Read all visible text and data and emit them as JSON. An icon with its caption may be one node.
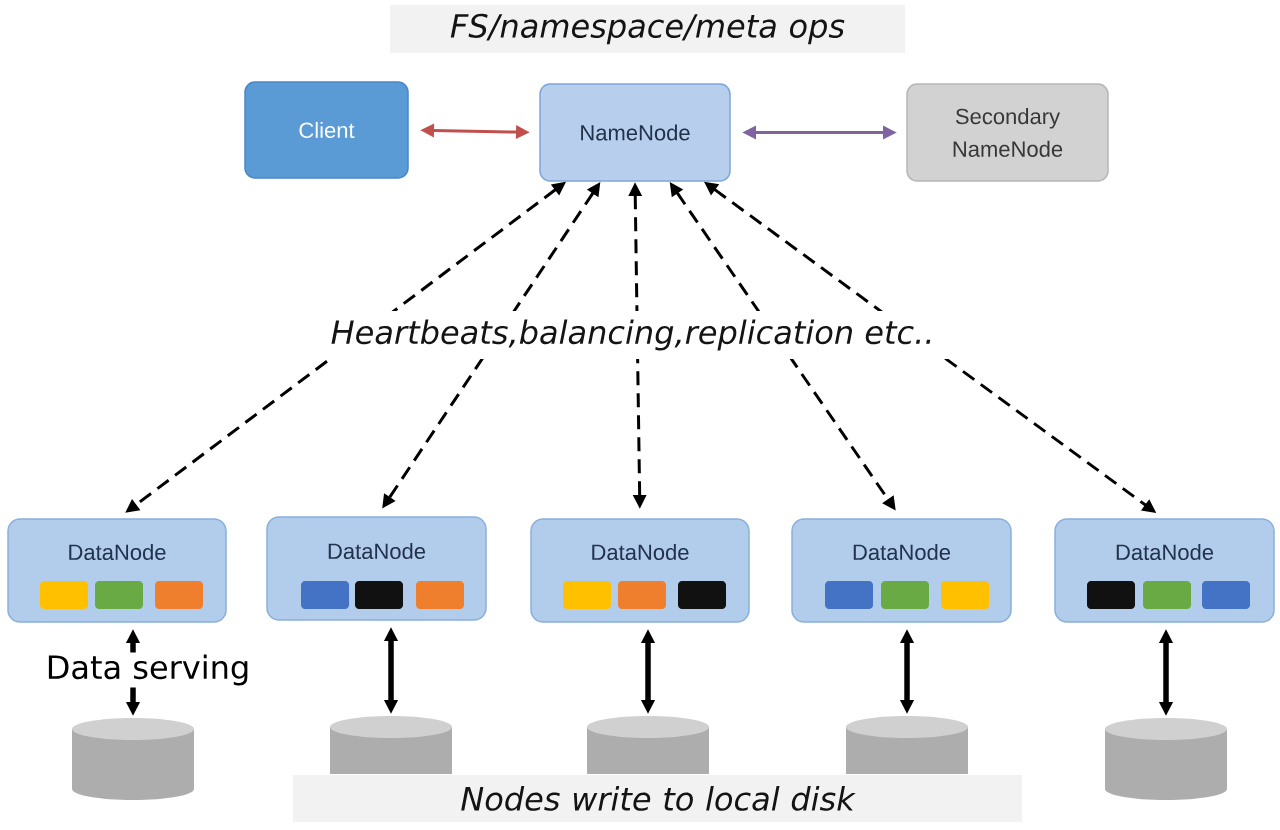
{
  "diagram": {
    "nodes": [
      {
        "text": [
          "FS/namespace/meta ops"
        ]
      },
      {
        "text": [
          "Client"
        ]
      },
      {
        "text": [
          "NameNode"
        ]
      },
      {
        "text": [
          "Secondary NameNode"
        ]
      },
      {
        "text": [
          "DataNode"
        ]
      },
      {
        "text": [
          "DataNode"
        ]
      },
      {
        "text": [
          "DataNode"
        ]
      },
      {
        "text": [
          "DataNode"
        ]
      },
      {
        "text": [
          "DataNode"
        ]
      },
      {
        "text": [],
        "shape": "cylinder"
      },
      {
        "text": [],
        "shape": "cylinder"
      },
      {
        "text": [],
        "shape": "cylinder"
      },
      {
        "text": [],
        "shape": "cylinder"
      },
      {
        "text": [],
        "shape": "cylinder"
      },
      {
        "text": [
          "Nodes write to local disk"
        ]
      }
    ],
    "edges": [
      {
        "from": 1,
        "to": 2,
        "arrow": "both",
        "color": "#c0504d"
      },
      {
        "from": 2,
        "to": 3,
        "arrow": "both",
        "color": "#8064a2"
      },
      {
        "from": 2,
        "to": 4,
        "arrow": "both",
        "style": "dashed"
      },
      {
        "from": 2,
        "to": 5,
        "arrow": "both",
        "style": "dashed"
      },
      {
        "from": 2,
        "to": 6,
        "arrow": "both",
        "style": "dashed"
      },
      {
        "from": 2,
        "to": 7,
        "arrow": "both",
        "style": "dashed"
      },
      {
        "from": 2,
        "to": 8,
        "arrow": "both",
        "style": "dashed"
      },
      {
        "from": 4,
        "to": 9,
        "arrow": "both",
        "style": "thick",
        "label": "Data serving"
      },
      {
        "from": 5,
        "to": 10,
        "arrow": "both",
        "style": "thick"
      },
      {
        "from": 6,
        "to": 11,
        "arrow": "both",
        "style": "thick"
      },
      {
        "from": 7,
        "to": 12,
        "arrow": "both",
        "style": "thick"
      },
      {
        "from": 8,
        "to": 13,
        "arrow": "both",
        "style": "thick"
      }
    ],
    "labels": [
      "Heartbeats,balancing,replication etc.."
    ]
  }
}
